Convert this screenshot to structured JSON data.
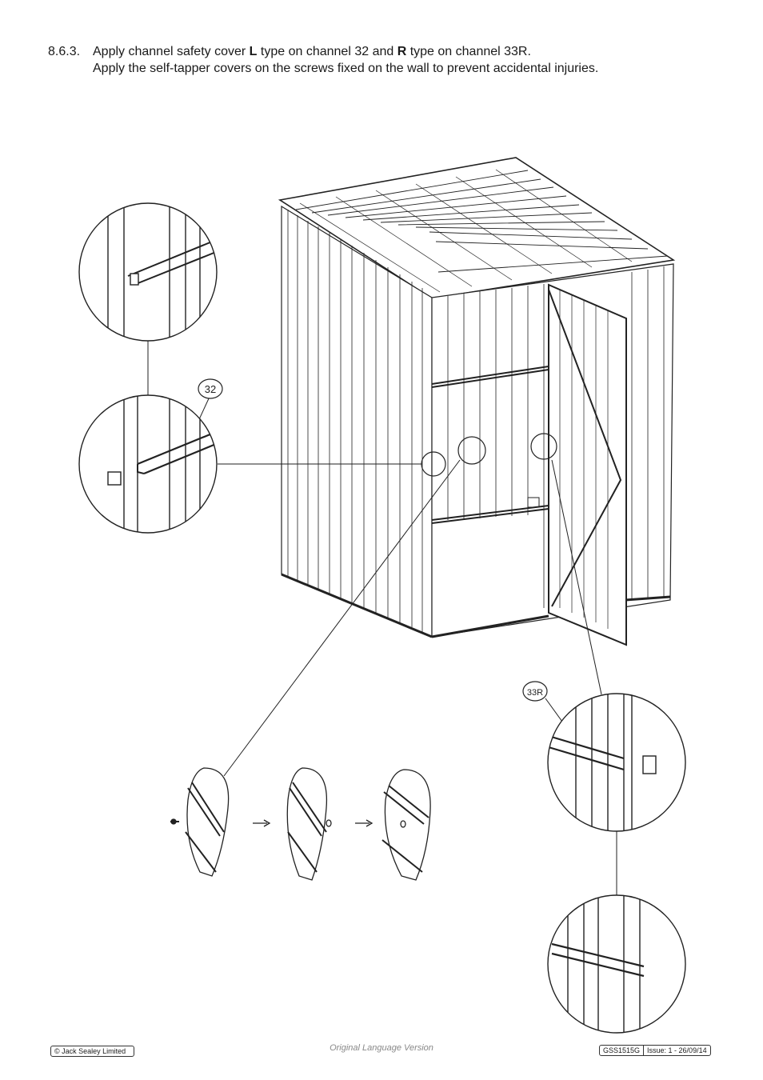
{
  "instruction": {
    "number": "8.6.3.",
    "line1_a": "Apply channel safety cover ",
    "line1_b": "L",
    "line1_c": " type on channel 32 and ",
    "line1_d": "R",
    "line1_e": " type on channel 33R.",
    "line2": "Apply the self-tapper covers on the screws fixed on the wall to prevent accidental injuries."
  },
  "callouts": {
    "part_32": "32",
    "part_33r": "33R"
  },
  "footer": {
    "copyright": "© Jack Sealey Limited",
    "language": "Original Language Version",
    "model": "GSS1515G",
    "issue": "Issue: 1 - 26/09/14"
  }
}
